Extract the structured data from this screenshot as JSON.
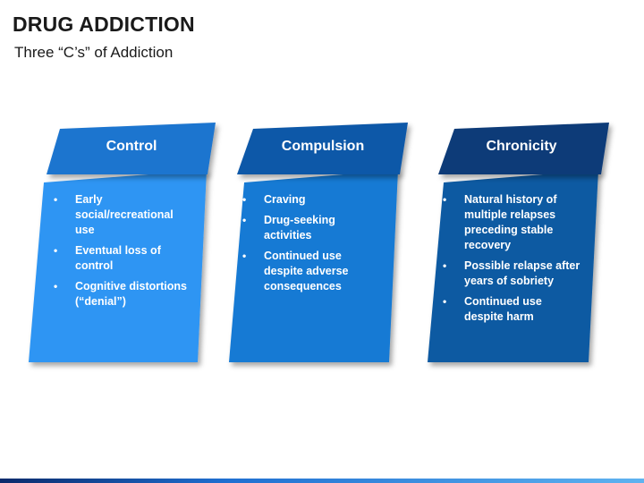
{
  "slide": {
    "title": "DRUG ADDICTION",
    "subtitle": "Three “C’s” of Addiction"
  },
  "columns": [
    {
      "heading": "Control",
      "header_color": "#1c74cf",
      "body_color": "#2f95f3",
      "bullets": [
        "Early social/recreational use",
        "Eventual loss of control",
        "Cognitive distortions (“denial”)"
      ]
    },
    {
      "heading": "Compulsion",
      "header_color": "#0f58a8",
      "body_color": "#167ad4",
      "bullets": [
        "Craving",
        "Drug-seeking activities",
        "Continued use despite adverse consequences"
      ]
    },
    {
      "heading": "Chronicity",
      "header_color": "#0b3a78",
      "body_color": "#0e5aa2",
      "bullets": [
        "Natural history of multiple relapses preceding stable recovery",
        "Possible relapse after years of sobriety",
        "Continued use despite harm"
      ]
    }
  ],
  "bullet_glyph": "•"
}
